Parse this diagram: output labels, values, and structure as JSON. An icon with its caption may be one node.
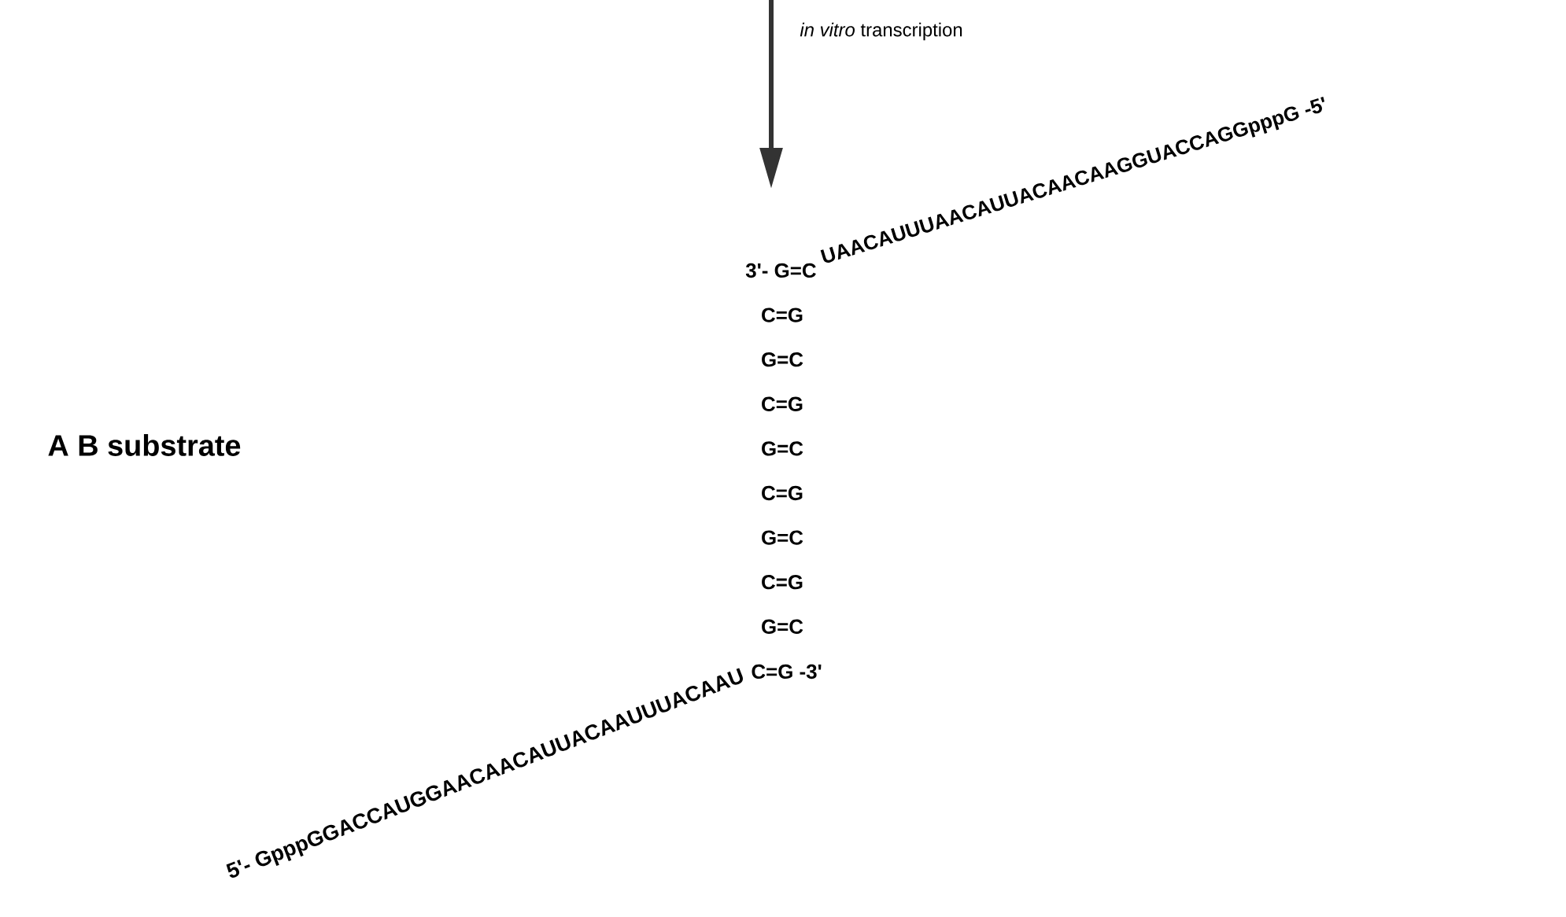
{
  "diagram": {
    "labels": [
      "*in vitro* transcription",
      "UAACAUUUAACAUUACAACAAGGUACCAGGpppG -5'",
      "3'- G=C",
      "C=G",
      "G=C",
      "C=G",
      "G=C",
      "A B substrate",
      "C=G",
      "G=C",
      "C=G",
      "G=C",
      "C=G -3'",
      "5'- GpppGGACCAUGGAACAACAUUACAAUUUACAAU"
    ]
  }
}
